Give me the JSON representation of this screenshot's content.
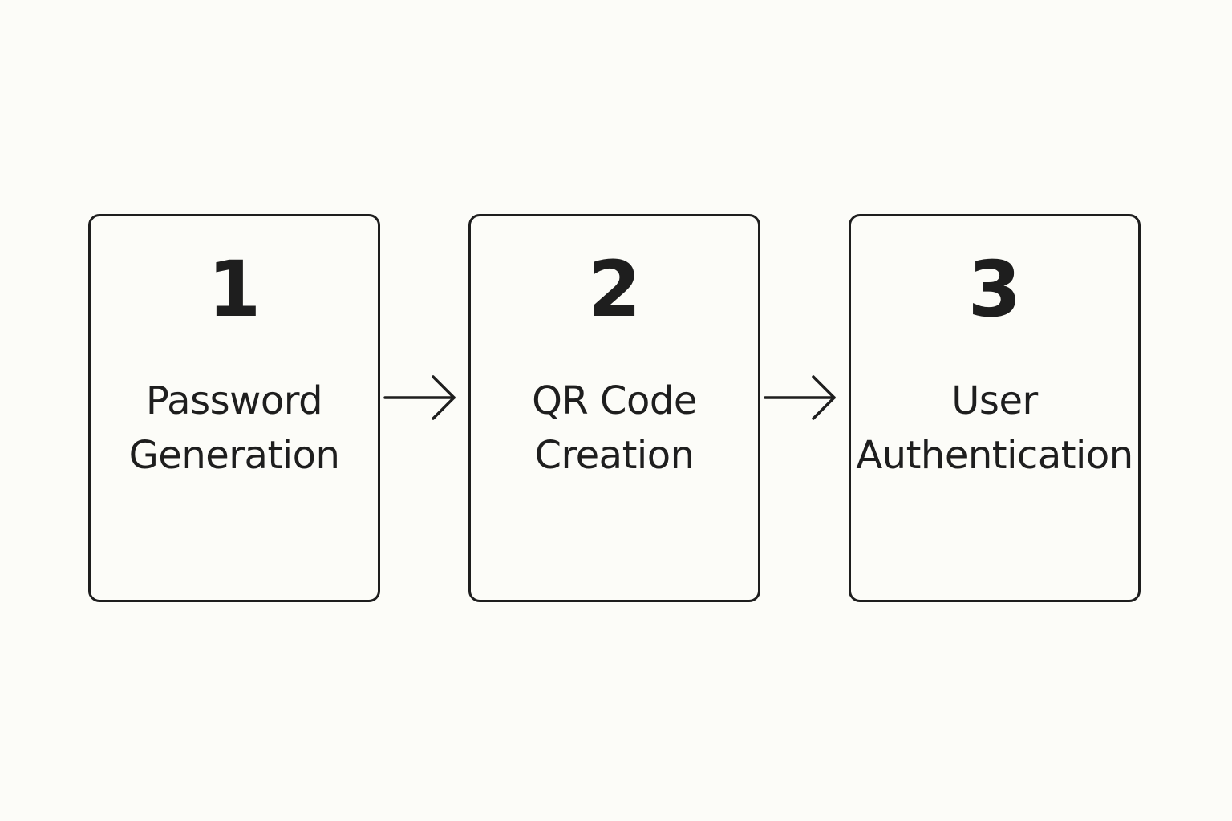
{
  "steps": [
    {
      "number": "1",
      "label_line1": "Password",
      "label_line2": "Generation"
    },
    {
      "number": "2",
      "label_line1": "QR Code",
      "label_line2": "Creation"
    },
    {
      "number": "3",
      "label_line1": "User",
      "label_line2": "Authentication"
    }
  ],
  "colors": {
    "background": "#fcfcf8",
    "stroke": "#1e1e1e"
  }
}
